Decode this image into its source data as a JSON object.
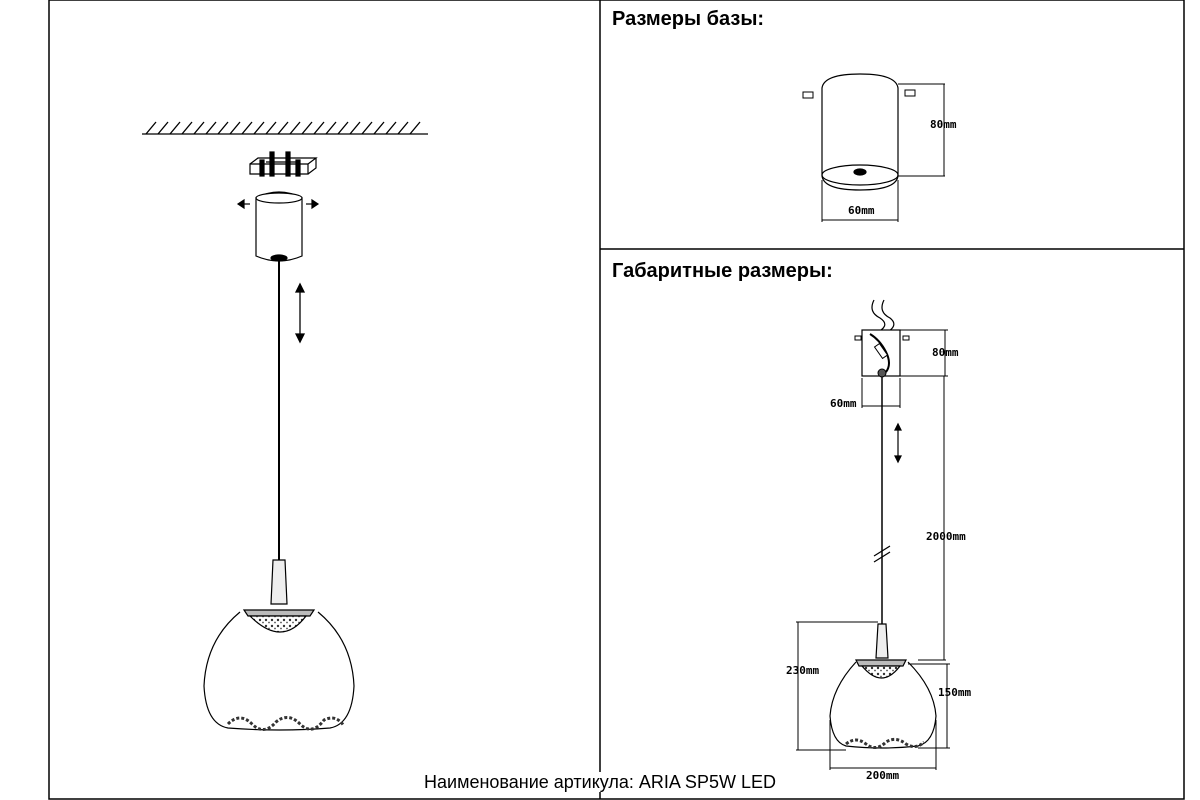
{
  "base_panel": {
    "title": "Размеры базы:",
    "height_label": "80mm",
    "width_label": "60mm"
  },
  "overall_panel": {
    "title": "Габаритные размеры:",
    "base_height_label": "80mm",
    "base_width_label": "60mm",
    "cable_length_label": "2000mm",
    "total_height_label": "230mm",
    "shade_height_label": "150mm",
    "shade_width_label": "200mm"
  },
  "caption": "Наименование артикула: ARIA SP5W LED"
}
